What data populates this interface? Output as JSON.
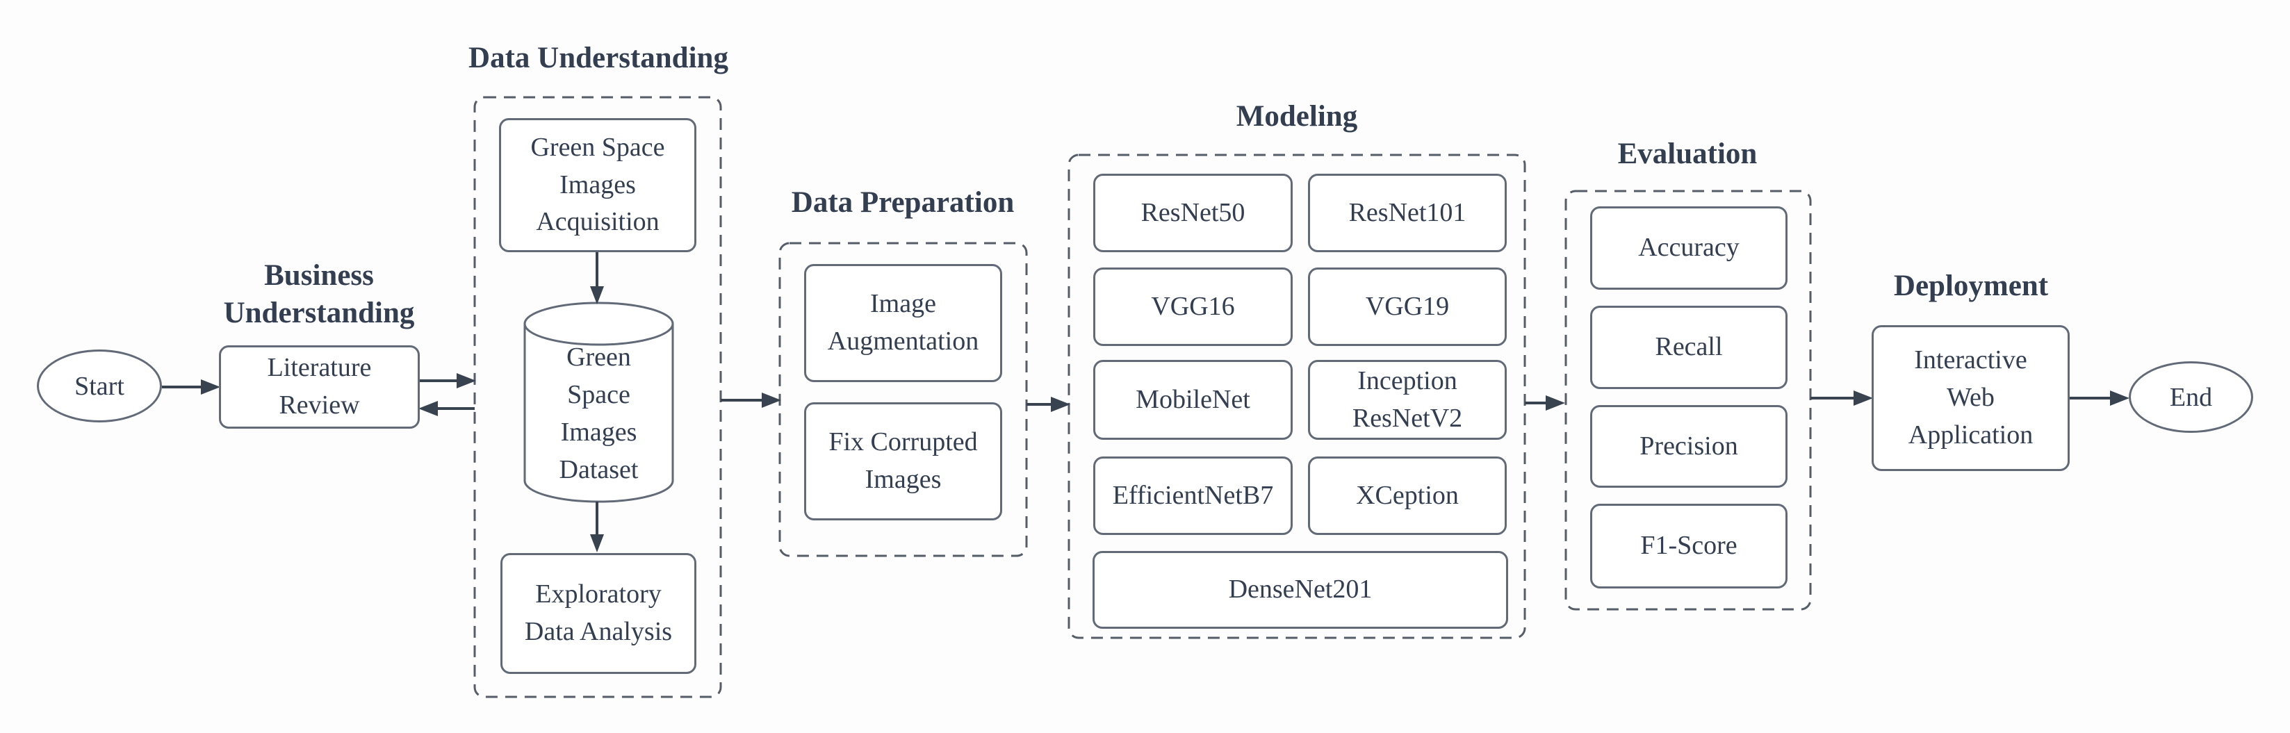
{
  "colors": {
    "ink": "#333e50",
    "box_border": "#616a76",
    "dash_border": "#555d68",
    "arrow": "#39424f",
    "background": "#fdfdfd"
  },
  "terminals": {
    "start": "Start",
    "end": "End"
  },
  "stages": {
    "business_understanding": {
      "title": "Business Understanding",
      "node": "Literature Review"
    },
    "data_understanding": {
      "title": "Data Understanding",
      "acquisition": "Green Space Images Acquisition",
      "dataset": "Green Space Images Dataset",
      "eda": "Exploratory Data Analysis"
    },
    "data_preparation": {
      "title": "Data Preparation",
      "augmentation": "Image Augmentation",
      "fix": "Fix Corrupted Images"
    },
    "modeling": {
      "title": "Modeling",
      "models": [
        "ResNet50",
        "ResNet101",
        "VGG16",
        "VGG19",
        "MobileNet",
        "Inception ResNetV2",
        "EfficientNetB7",
        "XCeption",
        "DenseNet201"
      ]
    },
    "evaluation": {
      "title": "Evaluation",
      "metrics": [
        "Accuracy",
        "Recall",
        "Precision",
        "F1-Score"
      ]
    },
    "deployment": {
      "title": "Deployment",
      "node": "Interactive Web Application"
    }
  }
}
